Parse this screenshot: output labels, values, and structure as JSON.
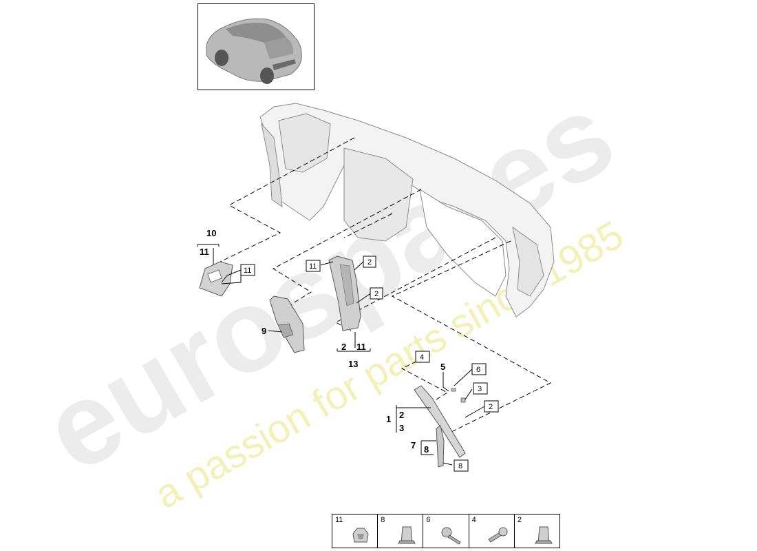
{
  "watermark": {
    "brand": "eurospares",
    "tagline": "a passion for parts since 1985"
  },
  "callouts": {
    "c10": "10",
    "c11a": "11",
    "c11box_left": "11",
    "c9": "9",
    "c11box_mid": "11",
    "c2box_a": "2",
    "c2box_b": "2",
    "c2_bottom": "2",
    "c11_bottom": "11",
    "c13": "13",
    "c4box": "4",
    "c5": "5",
    "c6box": "6",
    "c3box": "3",
    "c2box_c": "2",
    "c1": "1",
    "c2_brk": "2",
    "c3_brk": "3",
    "c7": "7",
    "c8_brk": "8",
    "c8box": "8"
  },
  "tray": [
    {
      "num": "11",
      "icon": "clip-icon"
    },
    {
      "num": "8",
      "icon": "clip-icon"
    },
    {
      "num": "6",
      "icon": "screw-icon"
    },
    {
      "num": "4",
      "icon": "screw-icon"
    },
    {
      "num": "2",
      "icon": "clip-icon"
    }
  ],
  "colors": {
    "watermark_grey": "#e9e9e9",
    "watermark_yellow": "#f3f0b0",
    "line": "#000000",
    "part_fill": "#d4d4d4",
    "body_fill": "#f2f2f2"
  }
}
